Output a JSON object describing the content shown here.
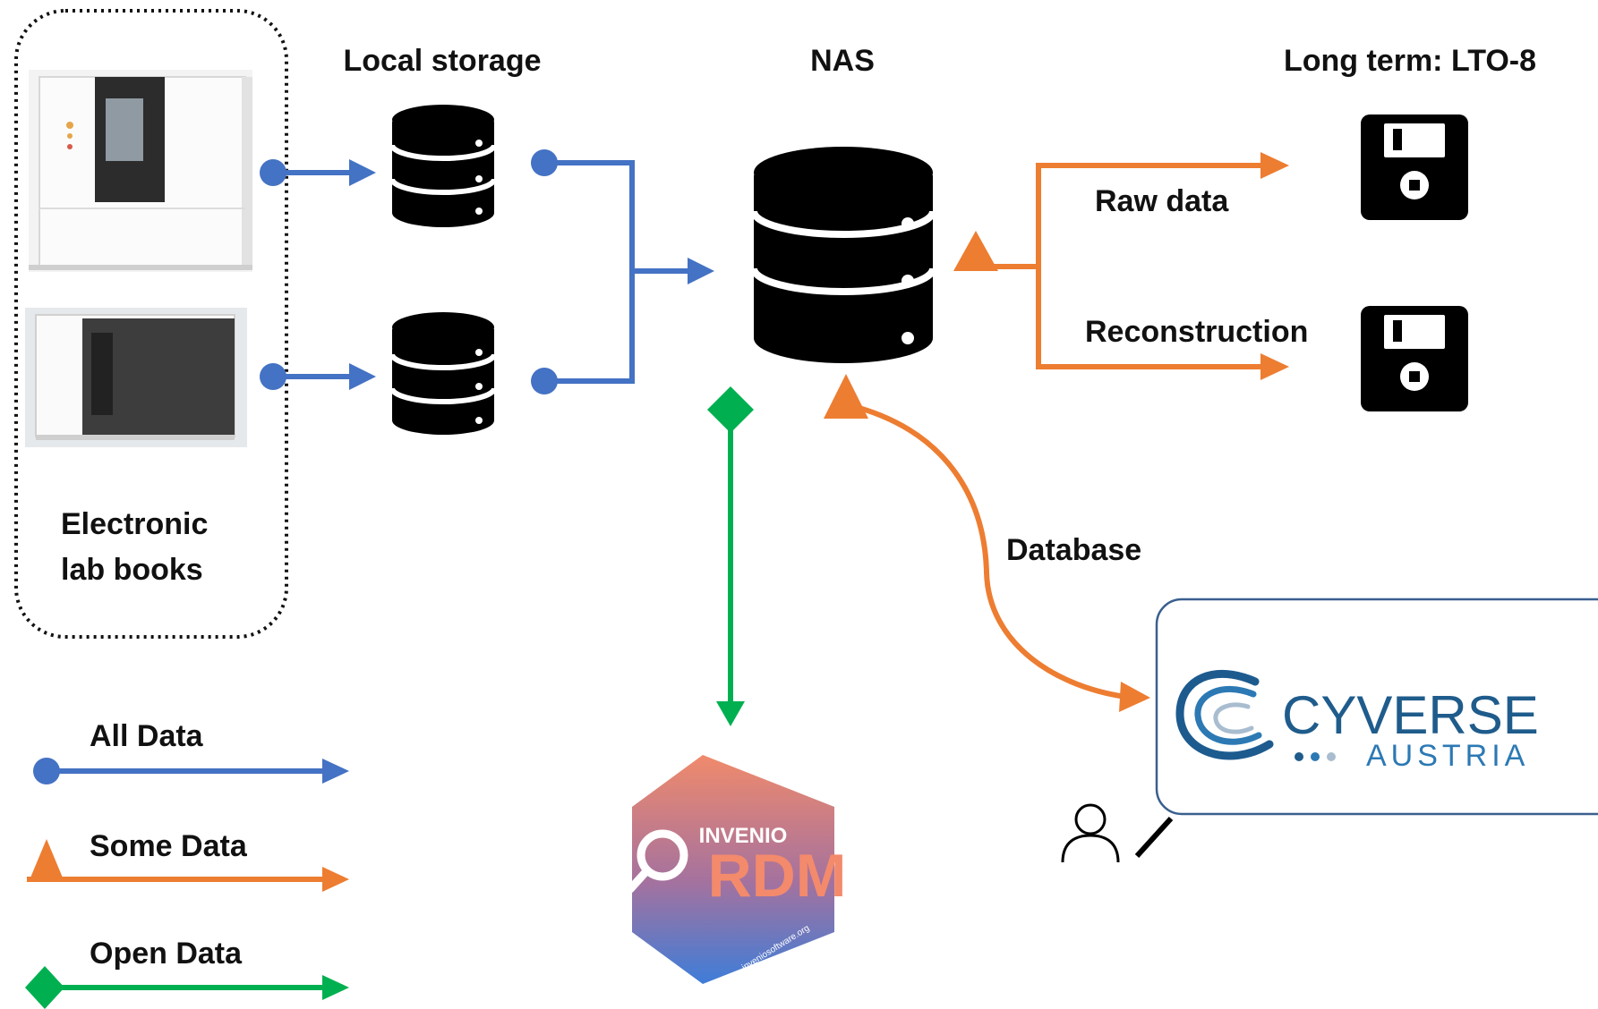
{
  "labels": {
    "local_storage": "Local storage",
    "nas": "NAS",
    "long_term": "Long term: LTO-8",
    "raw_data": "Raw data",
    "reconstruction": "Reconstruction",
    "database": "Database",
    "elab_line1": "Electronic",
    "elab_line2": "lab books"
  },
  "legend": {
    "all_data": "All Data",
    "some_data": "Some Data",
    "open_data": "Open Data"
  },
  "logos": {
    "invenio_small": "INVENIO",
    "invenio_big": "RDM",
    "invenio_url": "inveniosoftware.org",
    "cyverse_main": "CYVERSE",
    "cyverse_sub": "AUSTRIA"
  },
  "colors": {
    "all_data": "#4472C4",
    "some_data": "#ED7D31",
    "open_data": "#00B050",
    "icon": "#000000"
  },
  "icons": [
    "microscope-ct-scanner-1",
    "microscope-ct-scanner-2",
    "database-icon",
    "floppy-disk-icon",
    "user-icon"
  ]
}
